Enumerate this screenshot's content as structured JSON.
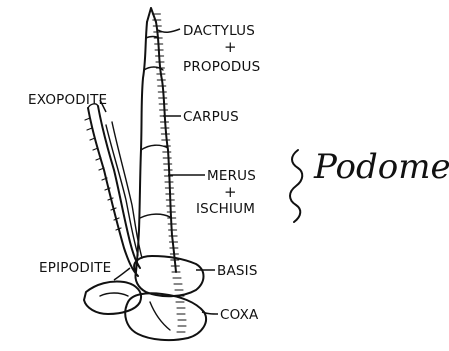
{
  "labels": {
    "dactylus": "DACTYLUS",
    "plus1": "+",
    "propodus": "PROPODUS",
    "carpus": "CARPUS",
    "merus": "MERUS",
    "plus2": "+",
    "ischium": "ISCHIUM",
    "exopodite": "EXOPODITE",
    "epipodite": "EPIPODITE",
    "basis": "BASIS",
    "coxa": "COXA"
  },
  "annotation": {
    "handwritten": "Podome"
  }
}
